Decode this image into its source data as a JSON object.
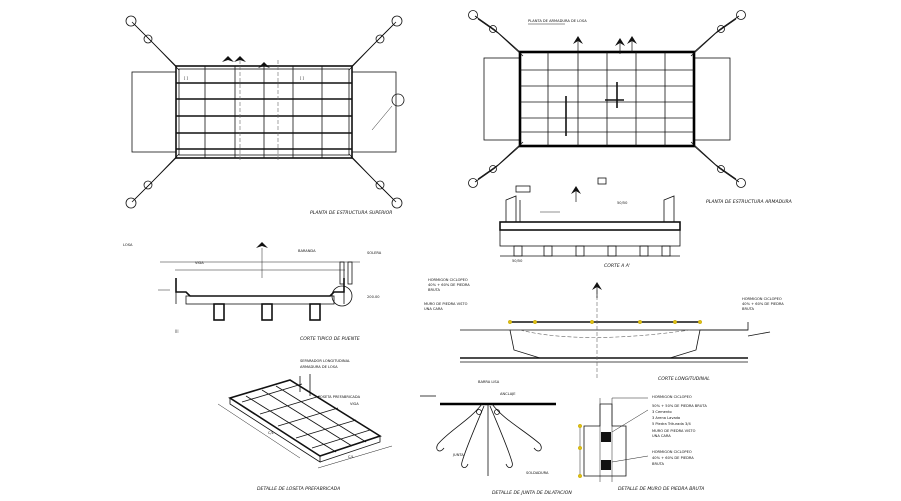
{
  "drawing": {
    "plan_structure": {
      "title": "PLANTA DE ESTRUCTURA SUPERIOR"
    },
    "plan_reinforcement": {
      "title": "PLANTA DE ESTRUCTURA ARMADURA",
      "top_label": "PLANTA DE ARMADURA DE LOSA"
    },
    "cut_aa": {
      "title": "CORTE A A'"
    },
    "typical_section": {
      "title": "CORTE TIPICO DE PUENTE",
      "labels": [
        "LOSA",
        "BARANDA",
        "VIGA",
        "SOLERA",
        "200.00"
      ]
    },
    "longitudinal_cut": {
      "title": "CORTE LONGITUDINAL",
      "label_left_1": "HORMIGON CICLOPEO",
      "label_left_2": "40% + 60% DE PIEDRA",
      "label_left_3": "BRUTA",
      "label_left_4": "MURO DE PIEDRA VISTO",
      "label_left_5": "UNA CARA",
      "label_right_1": "HORMIGON CICLOPEO",
      "label_right_2": "40% + 60% DE PIEDRA",
      "label_right_3": "BRUTA"
    },
    "slab_detail": {
      "title": "DETALLE DE LOSETA PREFABRICADA",
      "labels": [
        "SEPARADOR LONGITUDINAL",
        "ARMADURA DE LOSA",
        "LOSETA PREFABRICADA",
        "VIGA"
      ]
    },
    "joint_detail": {
      "title": "DETALLE DE JUNTA DE DILATACION",
      "labels": [
        "BARRA LISA",
        "ANCLAJE",
        "JUNTA",
        "SOLDADURA"
      ]
    },
    "wall_detail": {
      "title": "DETALLE DE MURO DE PIEDRA BRUTA",
      "label_1": "HORMIGON CICLOPEO",
      "label_2": "50% + 50% DE PIEDRA BRUTA",
      "label_3": "3 Cemento",
      "label_4": "3 Arena Lavada",
      "label_5": "5 Piedra Triturada 3/4",
      "label_6": "MURO DE PIEDRA VISTO",
      "label_7": "UNA CARA",
      "label_8": "HORMIGON CICLOPEO",
      "label_9": "40% + 60% DE PIEDRA",
      "label_10": "BRUTA"
    }
  },
  "colors": {
    "line": "#111111",
    "background": "#ffffff",
    "marker": "#e0c010"
  },
  "icons": [
    "north-arrow-icon"
  ]
}
